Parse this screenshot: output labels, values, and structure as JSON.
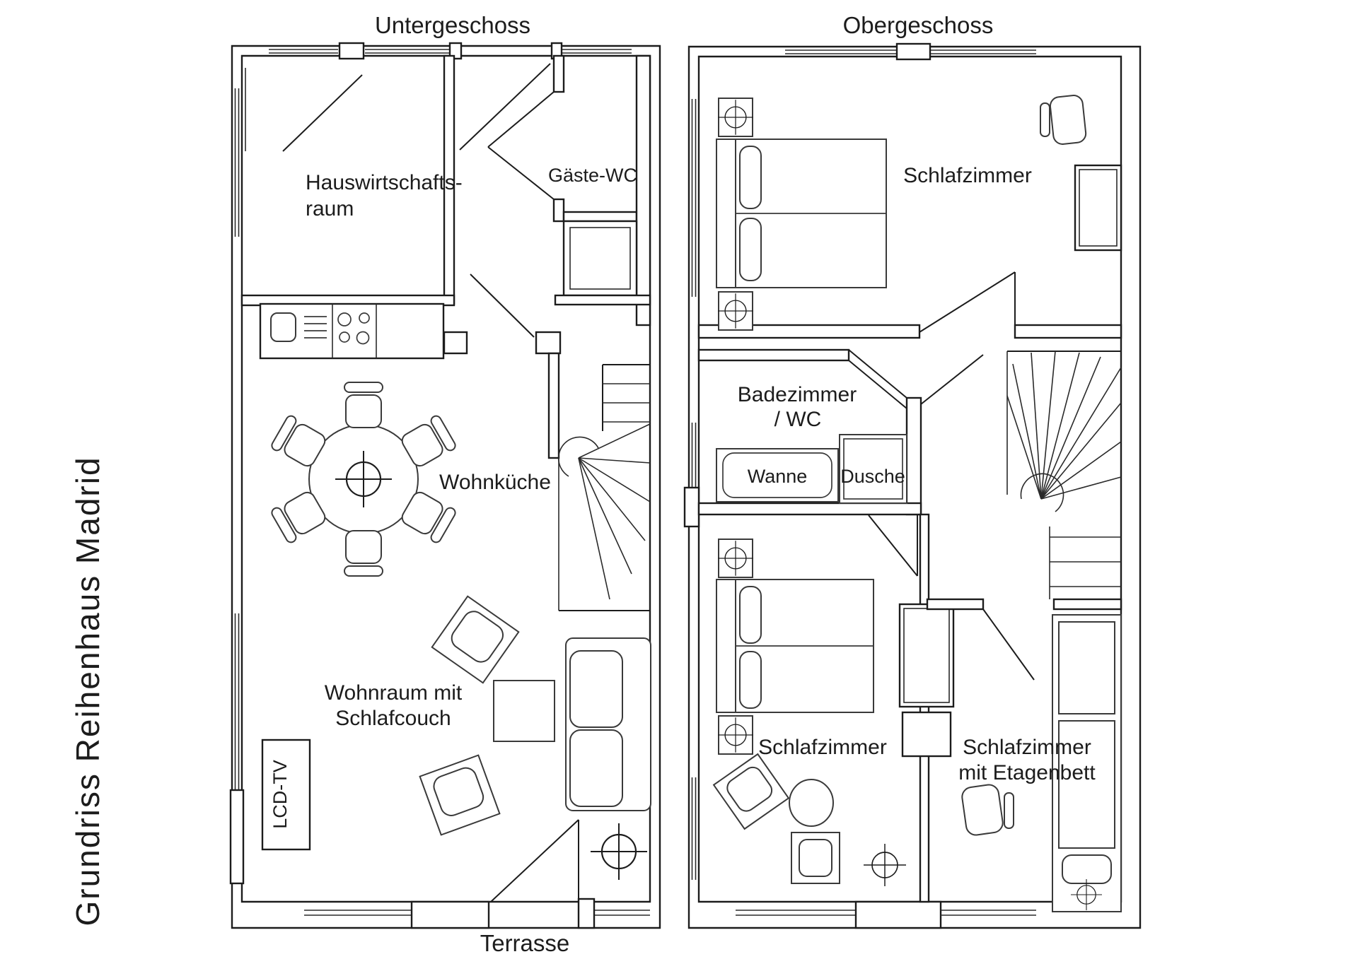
{
  "side_title": "Grundriss Reihenhaus Madrid",
  "lower_floor": {
    "title": "Untergeschoss",
    "rooms": {
      "utility_line1": "Hauswirtschafts-",
      "utility_line2": "raum",
      "guest_wc": "Gäste-WC",
      "kitchen": "Wohnküche",
      "living_line1": "Wohnraum mit",
      "living_line2": "Schlafcouch",
      "tv": "LCD-TV"
    },
    "outside": "Terrasse"
  },
  "upper_floor": {
    "title": "Obergeschoss",
    "rooms": {
      "bedroom_top": "Schlafzimmer",
      "bath_line1": "Badezimmer",
      "bath_line2": "/ WC",
      "tub": "Wanne",
      "shower": "Dusche",
      "bedroom_left": "Schlafzimmer",
      "bunk_line1": "Schlafzimmer",
      "bunk_line2": "mit Etagenbett"
    }
  }
}
